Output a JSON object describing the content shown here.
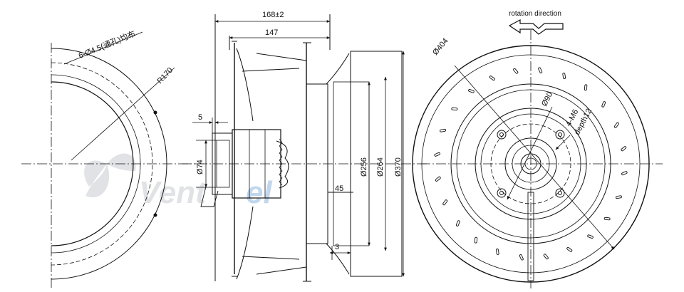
{
  "watermark": {
    "brand": "Vent",
    "brand_accent": "el",
    "colors": {
      "gray": "#c9ccd1",
      "accent": "#8fb7e0"
    }
  },
  "left_view": {
    "hole_note": "6-Ø4.5(通孔)均布",
    "radius_label": "R170"
  },
  "side_view": {
    "overall_length": "168±2",
    "length_147": "147",
    "dim_5": "5",
    "dim_74": "Ø74",
    "dim_256": "Ø256",
    "dim_264": "Ø264",
    "dim_370": "Ø370",
    "dim_45": "45",
    "dim_3": "3"
  },
  "front_view": {
    "rotation_label": "rotation direction",
    "dia_404": "Ø404",
    "dia_90": "Ø90",
    "thread_label": "4-M6",
    "depth_label": "depth12"
  }
}
